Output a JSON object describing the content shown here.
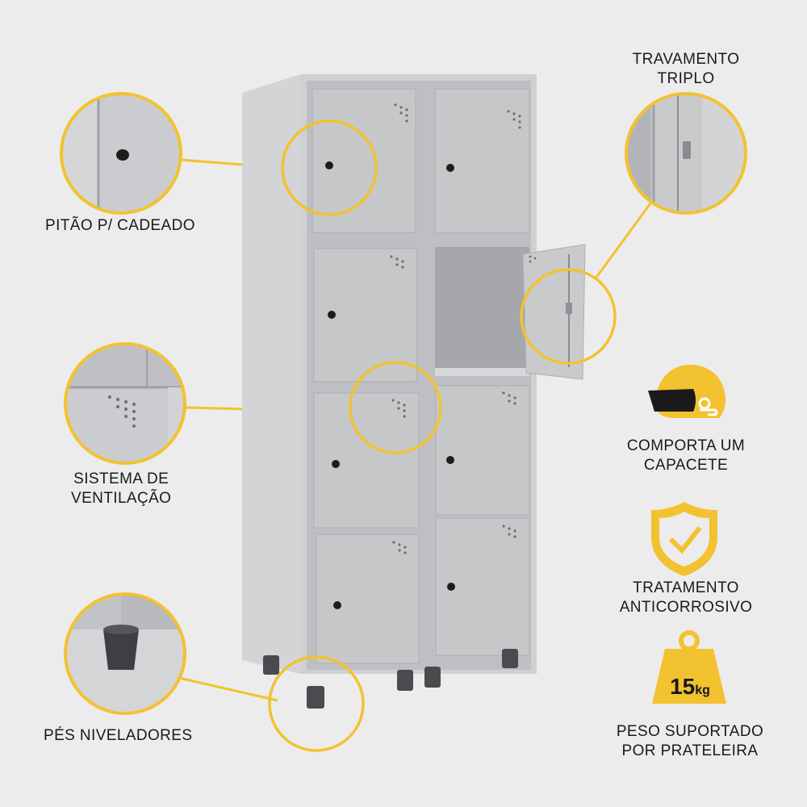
{
  "features": {
    "padlock_hasp": "PITÃO P/ CADEADO",
    "ventilation": [
      "SISTEMA DE",
      "VENTILAÇÃO"
    ],
    "leveling_feet": "PÉS NIVELADORES",
    "triple_lock": [
      "TRAVAMENTO",
      "TRIPLO"
    ]
  },
  "badges": {
    "helmet": [
      "COMPORTA UM",
      "CAPACETE"
    ],
    "anticorrosion": [
      "TRATAMENTO",
      "ANTICORROSIVO"
    ],
    "weight_value": "15",
    "weight_unit": "kg",
    "weight": [
      "PESO SUPORTADO",
      "POR PRATELEIRA"
    ]
  },
  "colors": {
    "background": "#ececec",
    "accent_yellow": "#f2c230",
    "locker_gray": "#c4c5c7",
    "text": "#1a1a1a"
  },
  "icons": [
    "helmet-icon",
    "shield-check-icon",
    "weight-icon"
  ]
}
